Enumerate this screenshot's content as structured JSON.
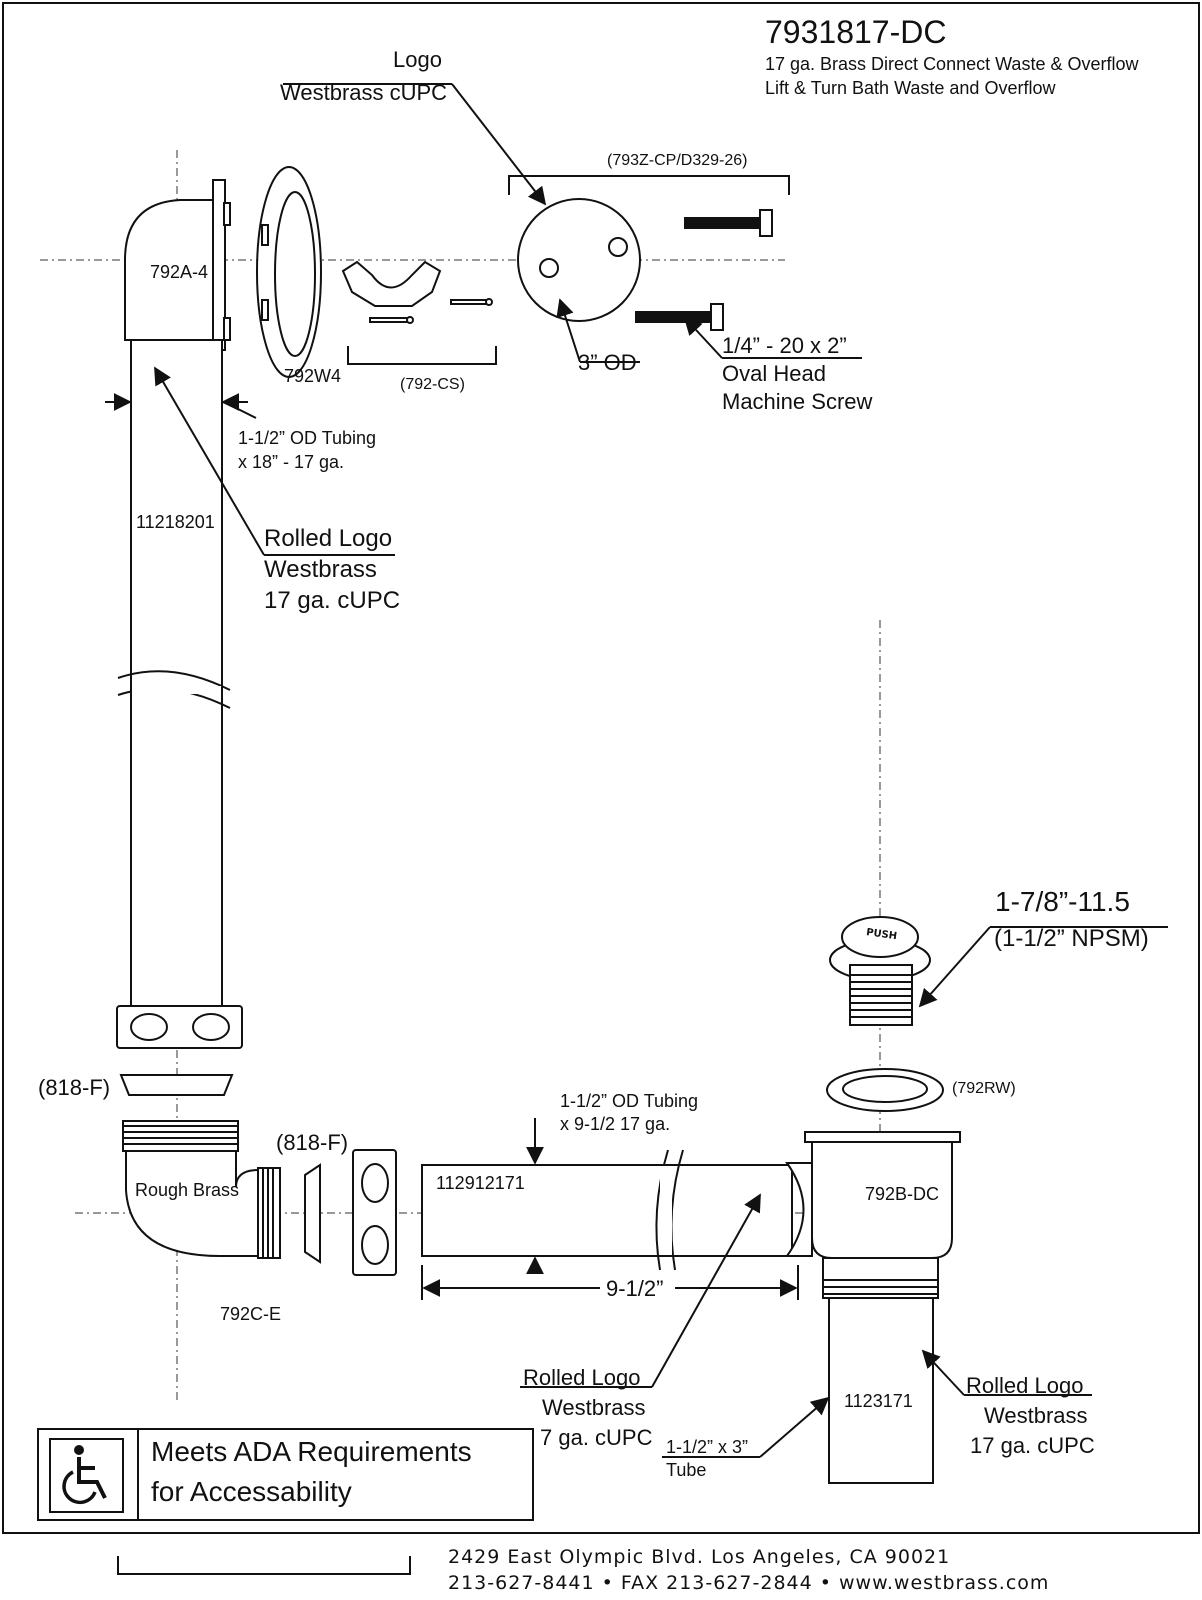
{
  "title": {
    "part_number": "7931817-DC",
    "line1": "17 ga. Brass Direct Connect Waste & Overflow",
    "line2": "Lift & Turn Bath Waste and Overflow"
  },
  "parts": {
    "elbow_792a4": "792A-4",
    "gasket_792w4": "792W4",
    "clip_792cs": "(792-CS)",
    "faceplate_kit": "(793Z-CP/D329-26)",
    "tube_long": "11218201",
    "tee_792ce": "792C-E",
    "rough_brass": "Rough Brass",
    "washer_818f_left": "(818-F)",
    "washer_818f_right": "(818-F)",
    "tube_horizontal": "112912171",
    "drain_body": "792B-DC",
    "rubber_washer": "(792RW)",
    "tube_short": "1123171"
  },
  "callouts": {
    "logo_line1": "Logo",
    "logo_line2": "Westbrass cUPC",
    "od_3": "3” OD",
    "screw_line1": "1/4” - 20 x 2”",
    "screw_line2": "Oval Head",
    "screw_line3": "Machine Screw",
    "tubing_long_line1": "1-1/2” OD Tubing",
    "tubing_long_line2": "x 18” - 17  ga.",
    "rolled_logo_1_line1": "Rolled Logo",
    "rolled_logo_1_line2": "Westbrass",
    "rolled_logo_1_line3": "17 ga. cUPC",
    "thread_line1": "1-7/8”-11.5",
    "thread_line2": "(1-1/2” NPSM)",
    "tubing_short_line1": "1-1/2” OD Tubing",
    "tubing_short_line2": "x 9-1/2 17 ga.",
    "dim_9_5": "9-1/2”",
    "rolled_logo_2_line1": "Rolled Logo",
    "rolled_logo_2_line2": "Westbrass",
    "rolled_logo_2_line3": "7 ga. cUPC",
    "tube_3_line1": "1-1/2” x 3”",
    "tube_3_line2": "Tube",
    "rolled_logo_3_line1": "Rolled Logo",
    "rolled_logo_3_line2": "Westbrass",
    "rolled_logo_3_line3": "17 ga. cUPC",
    "push_cap": "PUSH"
  },
  "ada": {
    "line1": "Meets  ADA Requirements",
    "line2": "for Accessability",
    "icon": "wheelchair-icon"
  },
  "footer": {
    "address": "2429 East Olympic Blvd. Los Angeles, CA  90021",
    "contact": "213-627-8441 • FAX 213-627-2844 • www.westbrass.com"
  }
}
